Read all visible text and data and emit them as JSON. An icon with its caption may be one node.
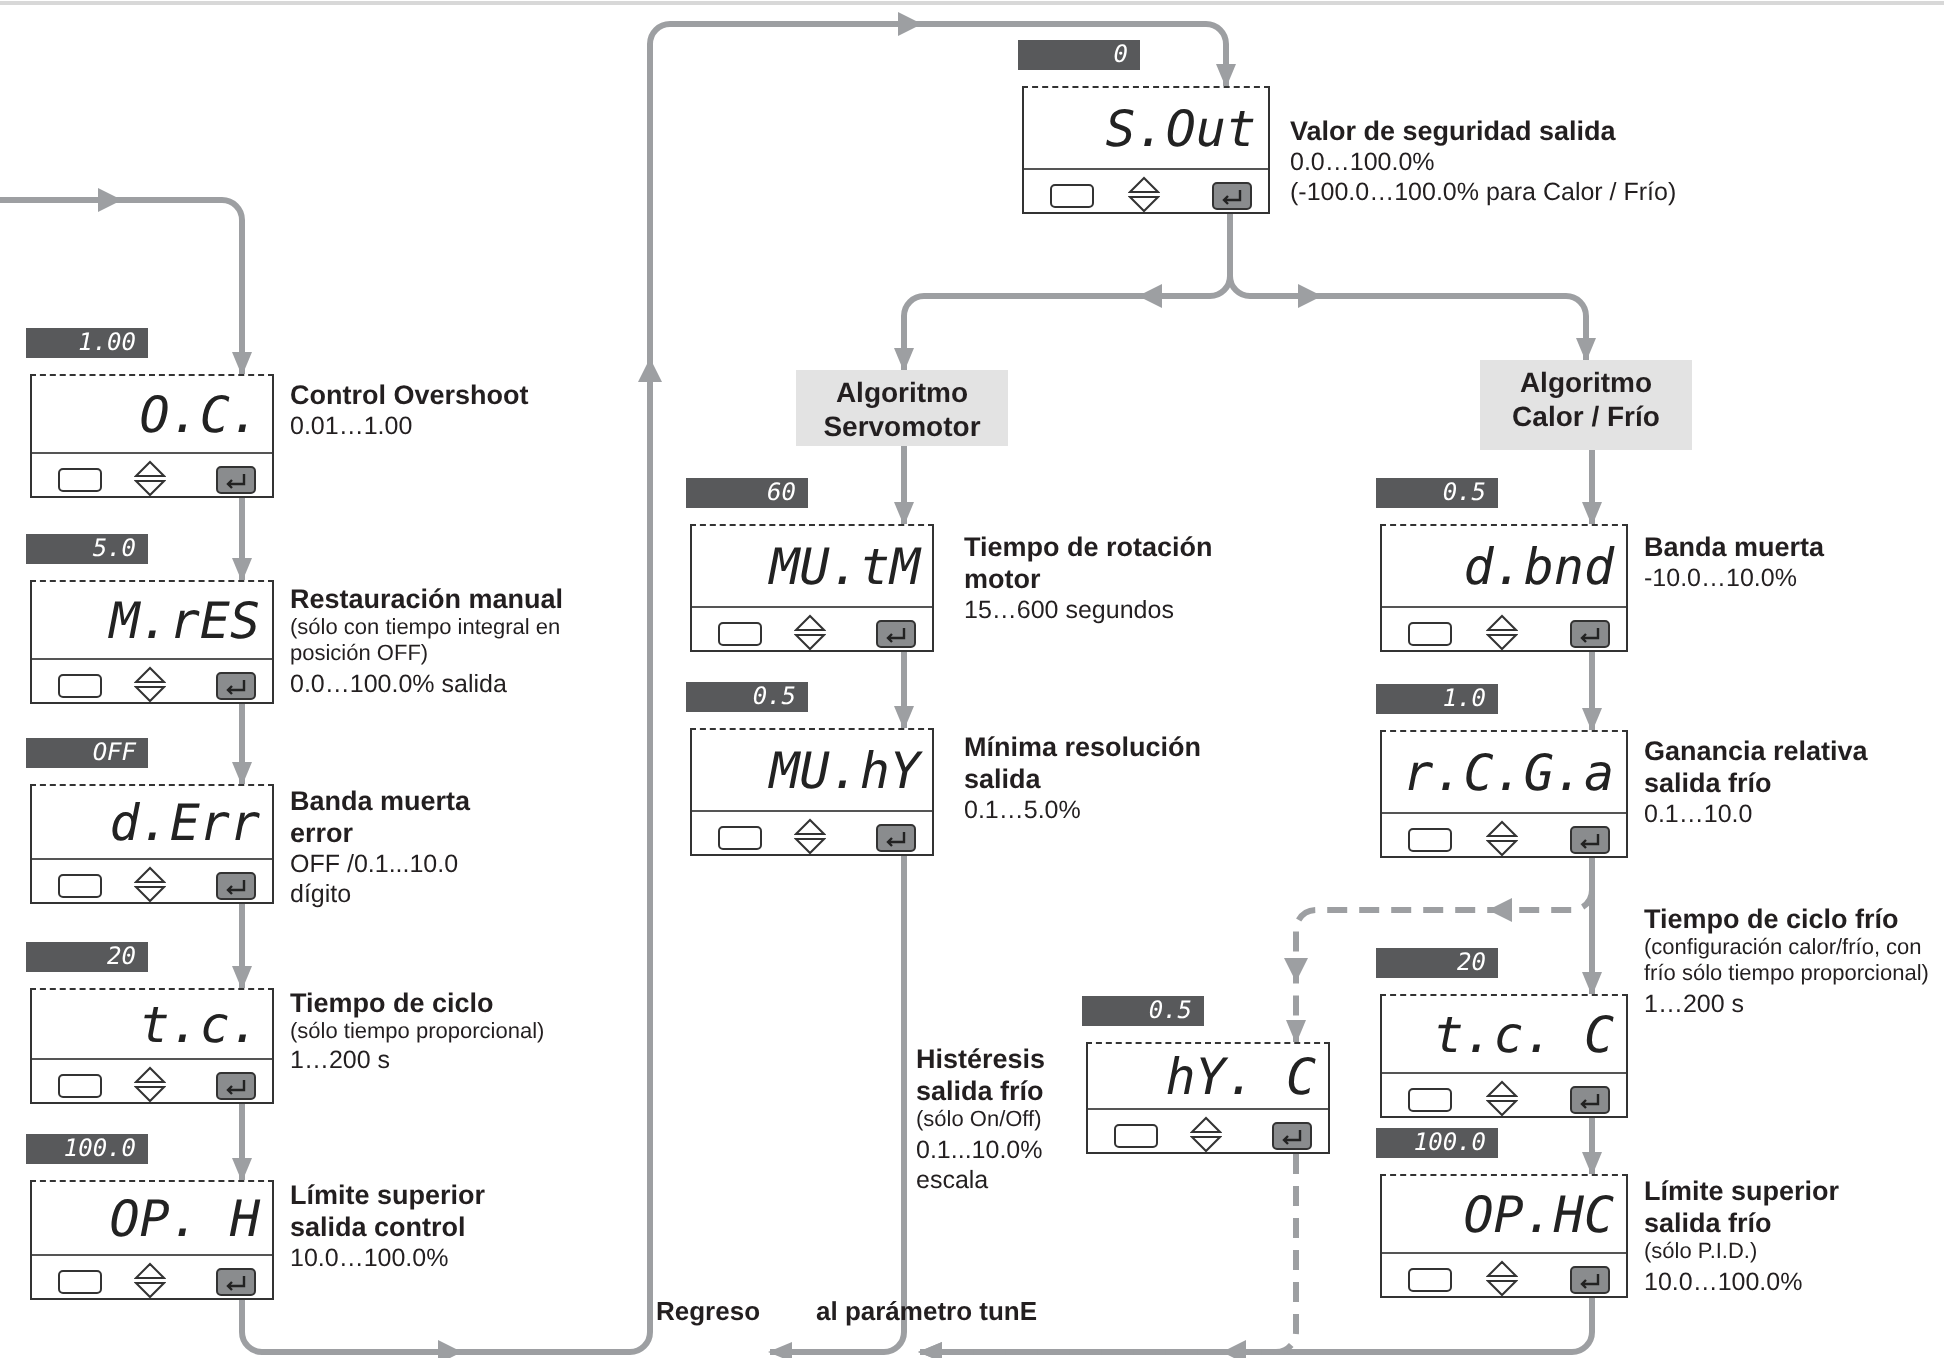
{
  "diagram": {
    "nodes": [
      {
        "text": [
          "O.C."
        ],
        "beside": [
          "1.00",
          "Control Overshoot",
          "0.01…1.00"
        ]
      },
      {
        "text": [
          "M.rES"
        ],
        "beside": [
          "5.0",
          "Restauración manual",
          "(sólo con tiempo integral en posición OFF)",
          "0.0…100.0% salida"
        ]
      },
      {
        "text": [
          "d.Err"
        ],
        "beside": [
          "OFF",
          "Banda muerta error",
          "OFF /0.1...10.0 dígito"
        ]
      },
      {
        "text": [
          "t.c."
        ],
        "beside": [
          "20",
          "Tiempo de ciclo",
          "(sólo tiempo proporcional)",
          "1…200 s"
        ]
      },
      {
        "text": [
          "OP. H"
        ],
        "beside": [
          "100.0",
          "Límite superior salida control",
          "10.0…100.0%"
        ]
      },
      {
        "text": [
          "S.Out"
        ],
        "beside": [
          "0",
          "Valor de seguridad salida",
          "0.0…100.0%",
          "(-100.0…100.0% para Calor / Frío)"
        ]
      },
      {
        "text": [
          "Algoritmo Servomotor"
        ]
      },
      {
        "text": [
          "Algoritmo Calor / Frío"
        ]
      },
      {
        "text": [
          "MU.tM"
        ],
        "beside": [
          "60",
          "Tiempo de rotación motor",
          "15…600 segundos"
        ]
      },
      {
        "text": [
          "MU.hY"
        ],
        "beside": [
          "0.5",
          "Mínima resolución salida",
          "0.1…5.0%"
        ]
      },
      {
        "text": [
          "d.bnd"
        ],
        "beside": [
          "0.5",
          "Banda muerta",
          "-10.0…10.0%"
        ]
      },
      {
        "text": [
          "r.C.G.a"
        ],
        "beside": [
          "1.0",
          "Ganancia relativa salida frío",
          "0.1…10.0"
        ]
      },
      {
        "text": [
          "hY. C"
        ],
        "beside": [
          "0.5",
          "Histéresis salida frío",
          "(sólo On/Off)",
          "0.1...10.0% escala"
        ]
      },
      {
        "text": [
          "t.c. C"
        ],
        "beside": [
          "20",
          "Tiempo de ciclo frío",
          "(configuración calor/frío, con frío sólo tiempo proporcional)",
          "1…200 s"
        ]
      },
      {
        "text": [
          "OP.HC"
        ],
        "beside": [
          "100.0",
          "Límite superior salida frío",
          "(sólo P.I.D.)",
          "10.0…100.0%"
        ]
      },
      {
        "text": [
          "Regreso",
          "al parámetro tunE"
        ]
      }
    ],
    "edges": [
      {
        "from": null,
        "to": 0,
        "arrow": "to"
      },
      {
        "from": 0,
        "to": 1,
        "arrow": "to"
      },
      {
        "from": 1,
        "to": 2,
        "arrow": "to"
      },
      {
        "from": 2,
        "to": 3,
        "arrow": "to"
      },
      {
        "from": 3,
        "to": 4,
        "arrow": "to"
      },
      {
        "from": 4,
        "to": 5,
        "arrow": "to"
      },
      {
        "from": 5,
        "to": 6,
        "arrow": "to"
      },
      {
        "from": 5,
        "to": 7,
        "arrow": "to"
      },
      {
        "from": 6,
        "to": 8,
        "arrow": "to"
      },
      {
        "from": 8,
        "to": 9,
        "arrow": "to"
      },
      {
        "from": 9,
        "to": 15,
        "arrow": "to"
      },
      {
        "from": 7,
        "to": 10,
        "arrow": "to"
      },
      {
        "from": 10,
        "to": 11,
        "arrow": "to"
      },
      {
        "from": 11,
        "to": 13,
        "arrow": "to"
      },
      {
        "from": 11,
        "to": 12,
        "arrow": "to",
        "style": "dashed"
      },
      {
        "from": 13,
        "to": 14,
        "arrow": "to"
      },
      {
        "from": 14,
        "to": 15,
        "arrow": "to"
      },
      {
        "from": 12,
        "to": 15,
        "arrow": "to",
        "style": "dashed"
      }
    ]
  }
}
